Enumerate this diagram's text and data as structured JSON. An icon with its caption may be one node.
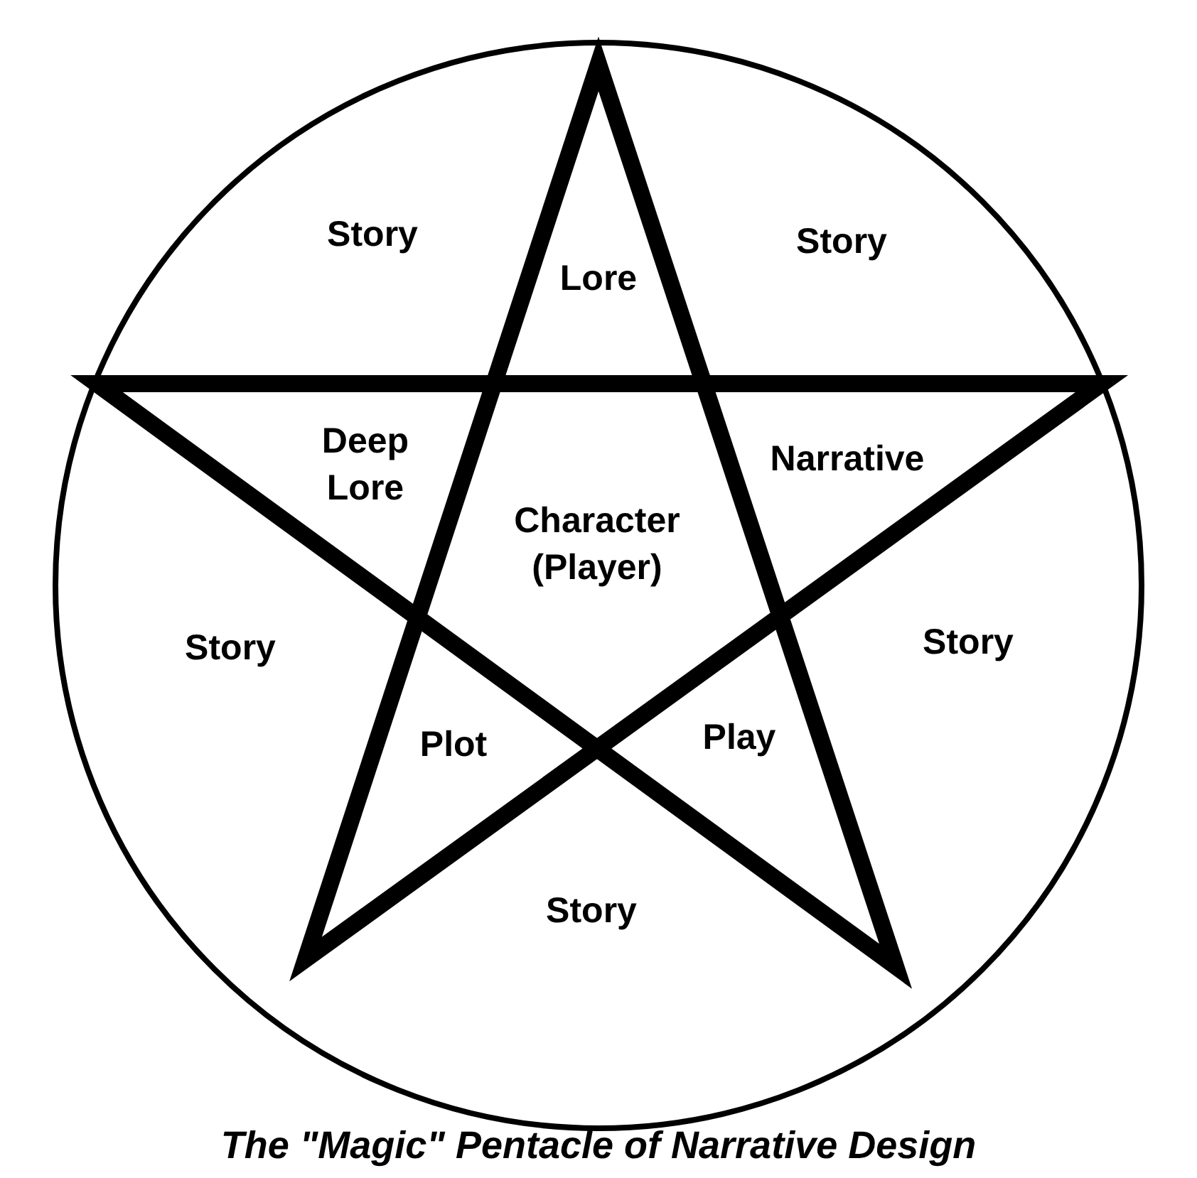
{
  "diagram": {
    "caption": "The \"Magic\" Pentacle of Narrative Design",
    "labels": [
      "Story",
      "Lore",
      "Story",
      "Deep Lore",
      "Narrative",
      "Character (Player)",
      "Story",
      "Story",
      "Plot",
      "Play",
      "Story"
    ]
  }
}
